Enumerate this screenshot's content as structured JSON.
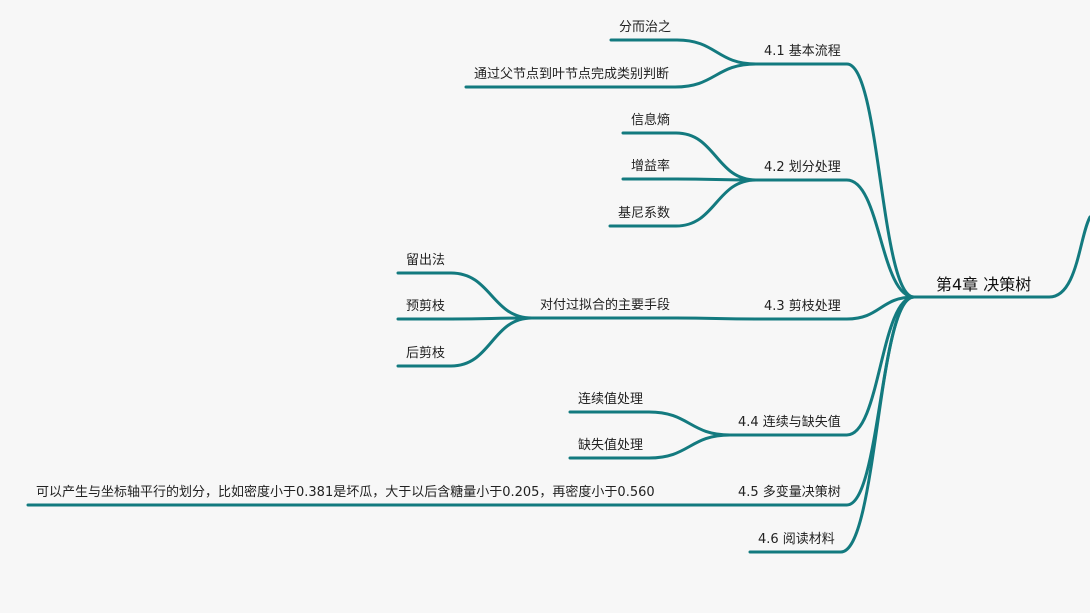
{
  "mindmap": {
    "root": {
      "id": "root",
      "text": "第4章 决策树"
    },
    "nodes": [
      {
        "id": "n41",
        "text": "4.1 基本流程",
        "parent": "root"
      },
      {
        "id": "n41a",
        "text": "分而治之",
        "parent": "n41"
      },
      {
        "id": "n41b",
        "text": "通过父节点到叶节点完成类别判断",
        "parent": "n41"
      },
      {
        "id": "n42",
        "text": "4.2 划分处理",
        "parent": "root"
      },
      {
        "id": "n42a",
        "text": "信息熵",
        "parent": "n42"
      },
      {
        "id": "n42b",
        "text": "增益率",
        "parent": "n42"
      },
      {
        "id": "n42c",
        "text": "基尼系数",
        "parent": "n42"
      },
      {
        "id": "n43",
        "text": "4.3 剪枝处理",
        "parent": "root"
      },
      {
        "id": "n43a",
        "text": "对付过拟合的主要手段",
        "parent": "n43"
      },
      {
        "id": "n43a1",
        "text": "留出法",
        "parent": "n43a"
      },
      {
        "id": "n43a2",
        "text": "预剪枝",
        "parent": "n43a"
      },
      {
        "id": "n43a3",
        "text": "后剪枝",
        "parent": "n43a"
      },
      {
        "id": "n44",
        "text": "4.4 连续与缺失值",
        "parent": "root"
      },
      {
        "id": "n44a",
        "text": "连续值处理",
        "parent": "n44"
      },
      {
        "id": "n44b",
        "text": "缺失值处理",
        "parent": "n44"
      },
      {
        "id": "n45",
        "text": "4.5 多变量决策树",
        "parent": "root"
      },
      {
        "id": "n45a",
        "text": "可以产生与坐标轴平行的划分，比如密度小于0.381是坏瓜，大于以后含糖量小于0.205，再密度小于0.560",
        "parent": "n45"
      },
      {
        "id": "n46",
        "text": "4.6 阅读材料",
        "parent": "root"
      }
    ],
    "colors": {
      "branch": "#137a7f",
      "text": "#222222",
      "background": "#f7f7f7"
    }
  }
}
